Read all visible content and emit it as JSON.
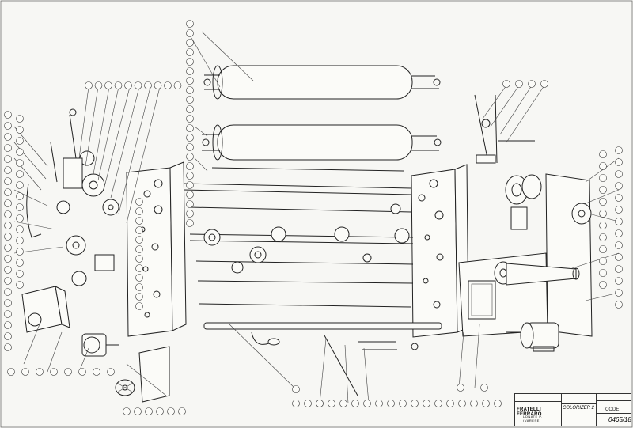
{
  "title_block": {
    "company": "FRATELLI FERRARO",
    "place": "LONATE P. (VARESE)",
    "product": "COLORIZER 2",
    "drawing_number": "0465/18",
    "code": "CODE"
  }
}
